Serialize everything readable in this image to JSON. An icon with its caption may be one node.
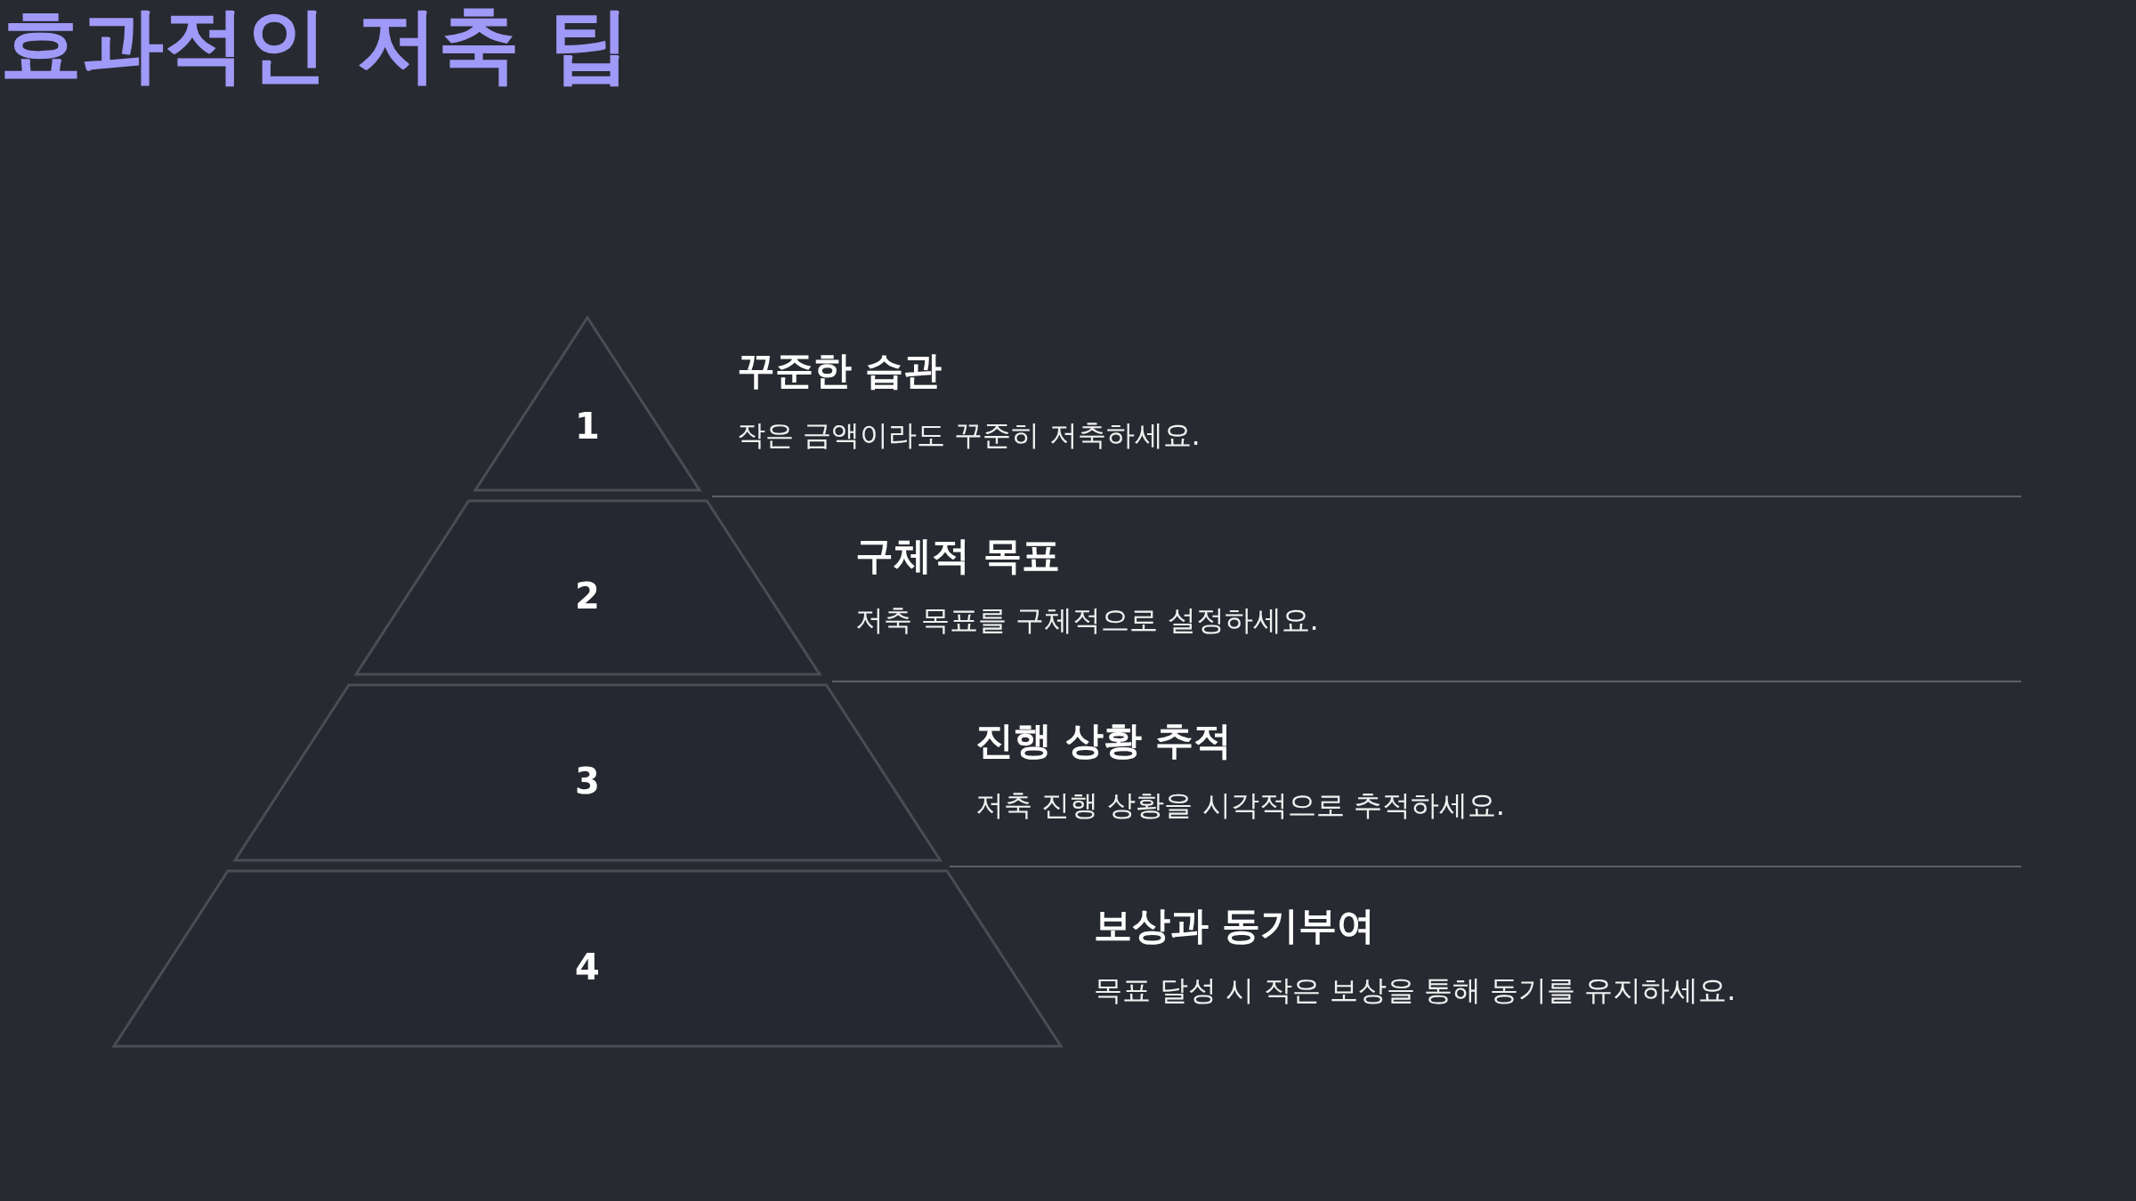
{
  "diagram": {
    "title": "효과적인 저축 팁",
    "nodes": [
      {
        "text": [
          "1"
        ],
        "beside": [
          "꾸준한 습관",
          "작은 금액이라도 꾸준히 저축하세요."
        ]
      },
      {
        "text": [
          "2"
        ],
        "beside": [
          "구체적 목표",
          "저축 목표를 구체적으로 설정하세요."
        ]
      },
      {
        "text": [
          "3"
        ],
        "beside": [
          "진행 상황 추적",
          "저축 진행 상황을 시각적으로 추적하세요."
        ]
      },
      {
        "text": [
          "4"
        ],
        "beside": [
          "보상과 동기부여",
          "목표 달성 시 작은 보상을 통해 동기를 유지하세요."
        ]
      }
    ]
  }
}
